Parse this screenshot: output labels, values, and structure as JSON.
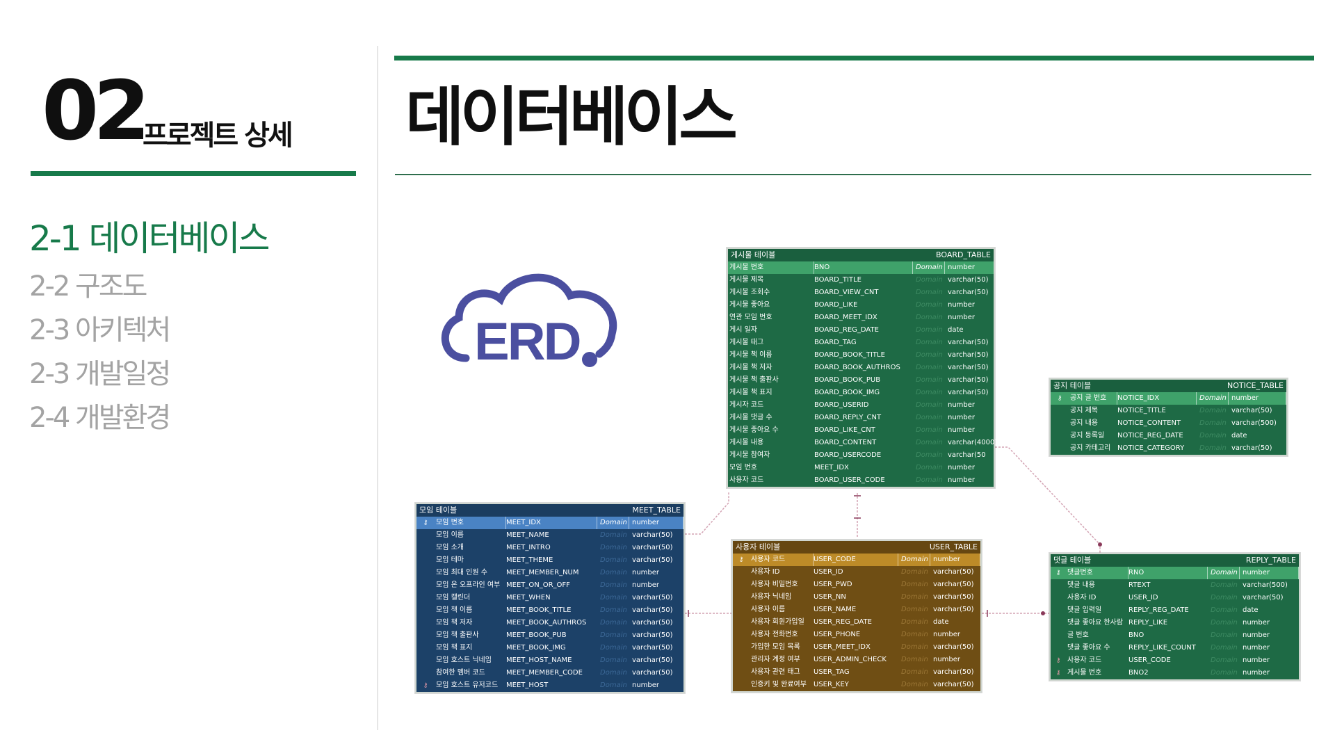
{
  "left": {
    "number": "02",
    "title": "프로젝트 상세",
    "nav": [
      {
        "label": "2-1 데이터베이스",
        "active": true
      },
      {
        "label": "2-2 구조도",
        "active": false
      },
      {
        "label": "2-3 아키텍처",
        "active": false
      },
      {
        "label": "2-3 개발일정",
        "active": false
      },
      {
        "label": "2-4 개발환경",
        "active": false
      }
    ]
  },
  "header": {
    "title": "데이터베이스"
  },
  "logo": {
    "text": "ERD",
    "color": "#4b4fa0"
  },
  "colors": {
    "accent_green": "#177a4a",
    "table_green": "#1e6a45",
    "table_blue": "#1c4168",
    "table_brown": "#6f4e14",
    "relation_line": "#d3a3b3"
  },
  "tables": {
    "board": {
      "logical": "게시물 테이블",
      "physical": "BOARD_TABLE",
      "columns": [
        {
          "key": "pk",
          "logical": "게시물 번호",
          "physical": "BNO",
          "domain": "Domain",
          "type": "number"
        },
        {
          "key": "",
          "logical": "게시물 제목",
          "physical": "BOARD_TITLE",
          "domain": "Domain",
          "type": "varchar(50)"
        },
        {
          "key": "",
          "logical": "게시물 조회수",
          "physical": "BOARD_VIEW_CNT",
          "domain": "Domain",
          "type": "varchar(50)"
        },
        {
          "key": "",
          "logical": "게시물 좋아요",
          "physical": "BOARD_LIKE",
          "domain": "Domain",
          "type": "number"
        },
        {
          "key": "",
          "logical": "연관 모임 번호",
          "physical": "BOARD_MEET_IDX",
          "domain": "Domain",
          "type": "number"
        },
        {
          "key": "",
          "logical": "게시 일자",
          "physical": "BOARD_REG_DATE",
          "domain": "Domain",
          "type": "date"
        },
        {
          "key": "",
          "logical": "게시물 태그",
          "physical": "BOARD_TAG",
          "domain": "Domain",
          "type": "varchar(50)"
        },
        {
          "key": "",
          "logical": "게시물 책 이름",
          "physical": "BOARD_BOOK_TITLE",
          "domain": "Domain",
          "type": "varchar(50)"
        },
        {
          "key": "",
          "logical": "게시물 책 저자",
          "physical": "BOARD_BOOK_AUTHROS",
          "domain": "Domain",
          "type": "varchar(50)"
        },
        {
          "key": "",
          "logical": "게시물 책 출판사",
          "physical": "BOARD_BOOK_PUB",
          "domain": "Domain",
          "type": "varchar(50)"
        },
        {
          "key": "",
          "logical": "게시물 책 표지",
          "physical": "BOARD_BOOK_IMG",
          "domain": "Domain",
          "type": "varchar(50)"
        },
        {
          "key": "",
          "logical": "게시자 코드",
          "physical": "BOARD_USERID",
          "domain": "Domain",
          "type": "number"
        },
        {
          "key": "",
          "logical": "게시물 댓글 수",
          "physical": "BOARD_REPLY_CNT",
          "domain": "Domain",
          "type": "number"
        },
        {
          "key": "",
          "logical": "게시물 좋아요 수",
          "physical": "BOARD_LIKE_CNT",
          "domain": "Domain",
          "type": "number"
        },
        {
          "key": "",
          "logical": "게시물 내용",
          "physical": "BOARD_CONTENT",
          "domain": "Domain",
          "type": "varchar(4000)"
        },
        {
          "key": "",
          "logical": "게시물 참여자",
          "physical": "BOARD_USERCODE",
          "domain": "Domain",
          "type": "varchar(50"
        },
        {
          "key": "fk",
          "logical": "모임 번호",
          "physical": "MEET_IDX",
          "domain": "Domain",
          "type": "number"
        },
        {
          "key": "fk",
          "logical": "사용자 코드",
          "physical": "BOARD_USER_CODE",
          "domain": "Domain",
          "type": "number"
        }
      ]
    },
    "notice": {
      "logical": "공지 테이블",
      "physical": "NOTICE_TABLE",
      "columns": [
        {
          "key": "pk",
          "logical": "공지 글 번호",
          "physical": "NOTICE_IDX",
          "domain": "Domain",
          "type": "number"
        },
        {
          "key": "",
          "logical": "공지 제목",
          "physical": "NOTICE_TITLE",
          "domain": "Domain",
          "type": "varchar(50)"
        },
        {
          "key": "",
          "logical": "공지 내용",
          "physical": "NOTICE_CONTENT",
          "domain": "Domain",
          "type": "varchar(500)"
        },
        {
          "key": "",
          "logical": "공지 등록일",
          "physical": "NOTICE_REG_DATE",
          "domain": "Domain",
          "type": "date"
        },
        {
          "key": "",
          "logical": "공지 카테고리",
          "physical": "NOTICE_CATEGORY",
          "domain": "Domain",
          "type": "varchar(50)"
        }
      ]
    },
    "meet": {
      "logical": "모임 테이블",
      "physical": "MEET_TABLE",
      "columns": [
        {
          "key": "pk",
          "logical": "모임 번호",
          "physical": "MEET_IDX",
          "domain": "Domain",
          "type": "number"
        },
        {
          "key": "",
          "logical": "모임 이름",
          "physical": "MEET_NAME",
          "domain": "Domain",
          "type": "varchar(50)"
        },
        {
          "key": "",
          "logical": "모임 소개",
          "physical": "MEET_INTRO",
          "domain": "Domain",
          "type": "varchar(50)"
        },
        {
          "key": "",
          "logical": "모임 테마",
          "physical": "MEET_THEME",
          "domain": "Domain",
          "type": "varchar(50)"
        },
        {
          "key": "",
          "logical": "모임 최대 인원 수",
          "physical": "MEET_MEMBER_NUM",
          "domain": "Domain",
          "type": "number"
        },
        {
          "key": "",
          "logical": "모임 온 오프라인 여부",
          "physical": "MEET_ON_OR_OFF",
          "domain": "Domain",
          "type": "number"
        },
        {
          "key": "",
          "logical": "모임 캘린더",
          "physical": "MEET_WHEN",
          "domain": "Domain",
          "type": "varchar(50)"
        },
        {
          "key": "",
          "logical": "모임 책 이름",
          "physical": "MEET_BOOK_TITLE",
          "domain": "Domain",
          "type": "varchar(50)"
        },
        {
          "key": "",
          "logical": "모임 책 저자",
          "physical": "MEET_BOOK_AUTHROS",
          "domain": "Domain",
          "type": "varchar(50)"
        },
        {
          "key": "",
          "logical": "모임 책 출판사",
          "physical": "MEET_BOOK_PUB",
          "domain": "Domain",
          "type": "varchar(50)"
        },
        {
          "key": "",
          "logical": "모임 책 표지",
          "physical": "MEET_BOOK_IMG",
          "domain": "Domain",
          "type": "varchar(50)"
        },
        {
          "key": "",
          "logical": "모임 호스트 닉네임",
          "physical": "MEET_HOST_NAME",
          "domain": "Domain",
          "type": "varchar(50)"
        },
        {
          "key": "",
          "logical": "참여한 멤버 코드",
          "physical": "MEET_MEMBER_CODE",
          "domain": "Domain",
          "type": "varchar(50)"
        },
        {
          "key": "fk",
          "logical": "모임 호스트 유저코드",
          "physical": "MEET_HOST",
          "domain": "Domain",
          "type": "number"
        }
      ]
    },
    "user": {
      "logical": "사용자 테이블",
      "physical": "USER_TABLE",
      "columns": [
        {
          "key": "pk",
          "logical": "사용자 코드",
          "physical": "USER_CODE",
          "domain": "Domain",
          "type": "number"
        },
        {
          "key": "",
          "logical": "사용자 ID",
          "physical": "USER_ID",
          "domain": "Domain",
          "type": "varchar(50)"
        },
        {
          "key": "",
          "logical": "사용자 비밀번호",
          "physical": "USER_PWD",
          "domain": "Domain",
          "type": "varchar(50)"
        },
        {
          "key": "",
          "logical": "사용자 닉네임",
          "physical": "USER_NN",
          "domain": "Domain",
          "type": "varchar(50)"
        },
        {
          "key": "",
          "logical": "사용자 이름",
          "physical": "USER_NAME",
          "domain": "Domain",
          "type": "varchar(50)"
        },
        {
          "key": "",
          "logical": "사용자 회원가입일",
          "physical": "USER_REG_DATE",
          "domain": "Domain",
          "type": "date"
        },
        {
          "key": "",
          "logical": "사용자 전화번호",
          "physical": "USER_PHONE",
          "domain": "Domain",
          "type": "number"
        },
        {
          "key": "",
          "logical": "가입한 모임 목록",
          "physical": "USER_MEET_IDX",
          "domain": "Domain",
          "type": "varchar(50)"
        },
        {
          "key": "",
          "logical": "관리자 계정 여부",
          "physical": "USER_ADMIN_CHECK",
          "domain": "Domain",
          "type": "number"
        },
        {
          "key": "",
          "logical": "사용자 관련 태그",
          "physical": "USER_TAG",
          "domain": "Domain",
          "type": "varchar(50)"
        },
        {
          "key": "",
          "logical": "인증키 및 완료여부",
          "physical": "USER_KEY",
          "domain": "Domain",
          "type": "varchar(50)"
        }
      ]
    },
    "reply": {
      "logical": "댓글 테이블",
      "physical": "REPLY_TABLE",
      "columns": [
        {
          "key": "pk",
          "logical": "댓글번호",
          "physical": "RNO",
          "domain": "Domain",
          "type": "number"
        },
        {
          "key": "",
          "logical": "댓글 내용",
          "physical": "RTEXT",
          "domain": "Domain",
          "type": "varchar(500)"
        },
        {
          "key": "",
          "logical": "사용자 ID",
          "physical": "USER_ID",
          "domain": "Domain",
          "type": "varchar(50)"
        },
        {
          "key": "",
          "logical": "댓글 입력일",
          "physical": "REPLY_REG_DATE",
          "domain": "Domain",
          "type": "date"
        },
        {
          "key": "",
          "logical": "댓글 좋아요 한사람",
          "physical": "REPLY_LIKE",
          "domain": "Domain",
          "type": "number"
        },
        {
          "key": "",
          "logical": "글 번호",
          "physical": "BNO",
          "domain": "Domain",
          "type": "number"
        },
        {
          "key": "",
          "logical": "댓글 좋아요 수",
          "physical": "REPLY_LIKE_COUNT",
          "domain": "Domain",
          "type": "number"
        },
        {
          "key": "fk",
          "logical": "사용자 코드",
          "physical": "USER_CODE",
          "domain": "Domain",
          "type": "number"
        },
        {
          "key": "fk",
          "logical": "게시물 번호",
          "physical": "BNO2",
          "domain": "Domain",
          "type": "number"
        }
      ]
    }
  }
}
